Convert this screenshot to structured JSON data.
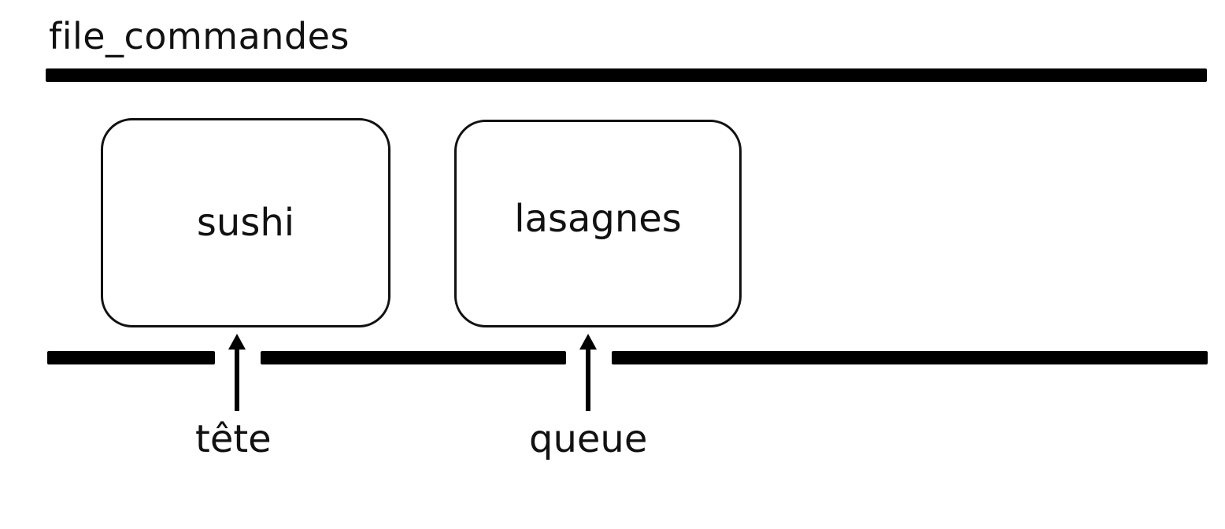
{
  "title": "file_commandes",
  "nodes": [
    {
      "value": "sushi"
    },
    {
      "value": "lasagnes"
    }
  ],
  "pointers": {
    "head_label": "tête",
    "tail_label": "queue"
  }
}
